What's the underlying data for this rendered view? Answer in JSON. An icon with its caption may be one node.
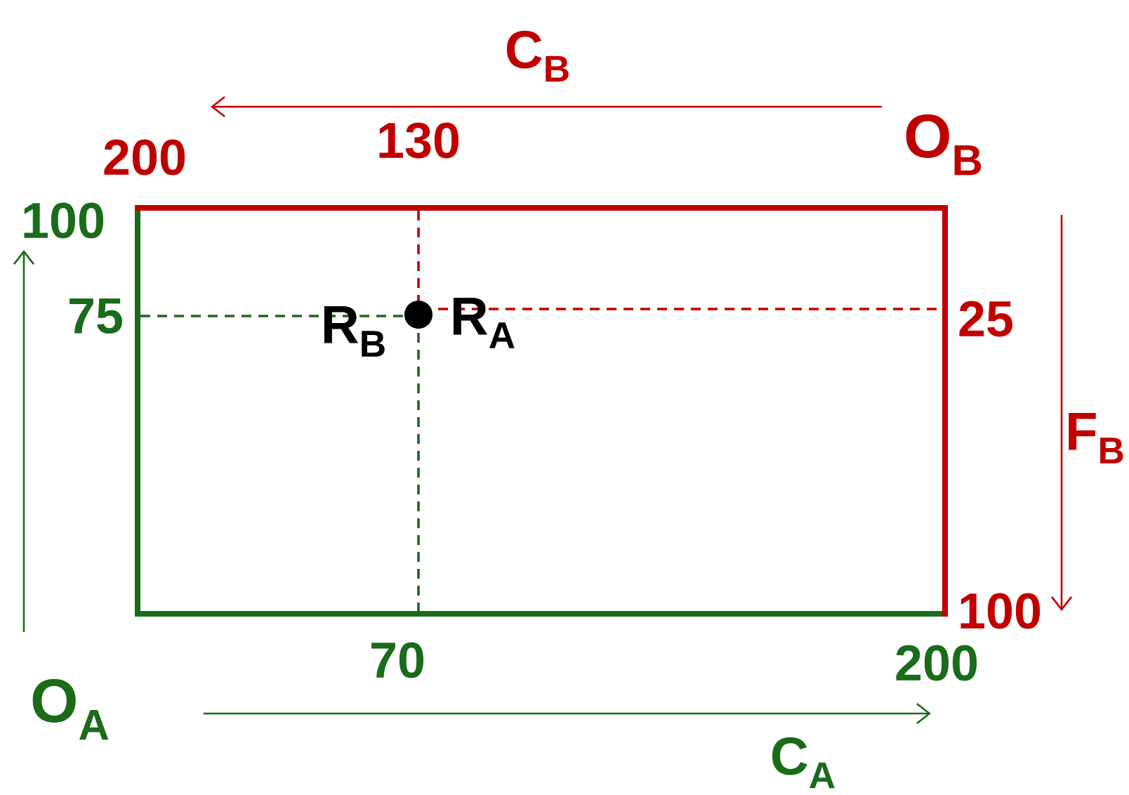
{
  "diagram": {
    "labels": [
      "C$_{B}$",
      "200",
      "130",
      "O$_{B}$",
      "100",
      "75",
      "R$_{B}$",
      "R$_{A}$",
      "25",
      "F$_{B}$",
      "100",
      "70",
      "200",
      "O$_{A}$",
      "C$_{A}$"
    ]
  }
}
